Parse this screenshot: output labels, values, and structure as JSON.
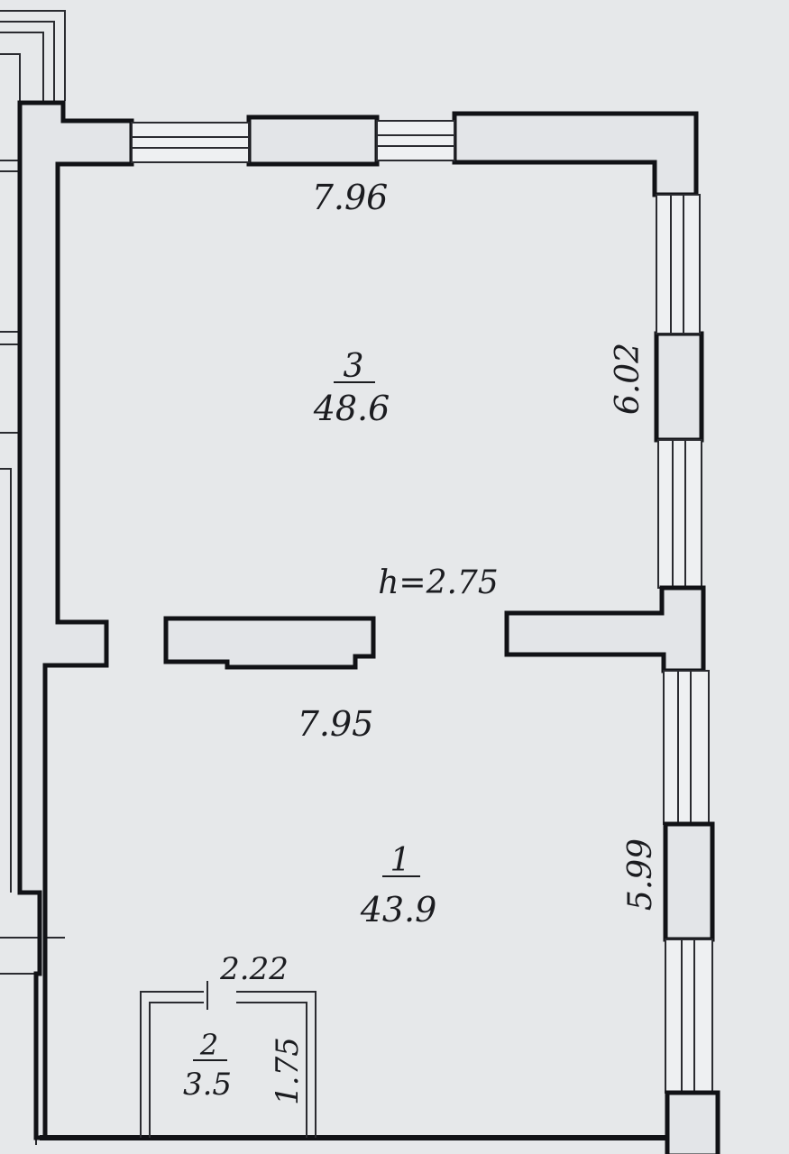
{
  "plan": {
    "colors": {
      "paper": "#e6e8ea",
      "wall": "#111216",
      "text": "#1b1c20"
    },
    "ceiling_height": "h=2.75",
    "rooms": [
      {
        "number": "3",
        "area": "48.6"
      },
      {
        "number": "1",
        "area": "43.9"
      },
      {
        "number": "2",
        "area": "3.5"
      }
    ],
    "dimensions": {
      "top_width": "7.96",
      "mid_width": "7.95",
      "right_upper": "6.02",
      "right_lower": "5.99",
      "closet_width": "2.22",
      "closet_depth": "1.75"
    }
  }
}
